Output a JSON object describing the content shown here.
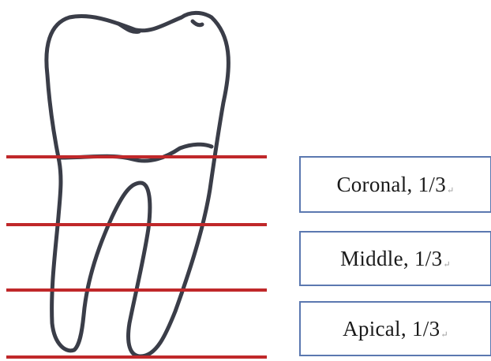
{
  "colors": {
    "zone_line": "#c0282a",
    "tooth_outline": "#3a3d48",
    "box_border": "#5b78b0"
  },
  "labels": {
    "coronal": "Coronal, 1/3",
    "middle": "Middle, 1/3",
    "apical": "Apical, 1/3",
    "paragraph_mark": "↵"
  }
}
